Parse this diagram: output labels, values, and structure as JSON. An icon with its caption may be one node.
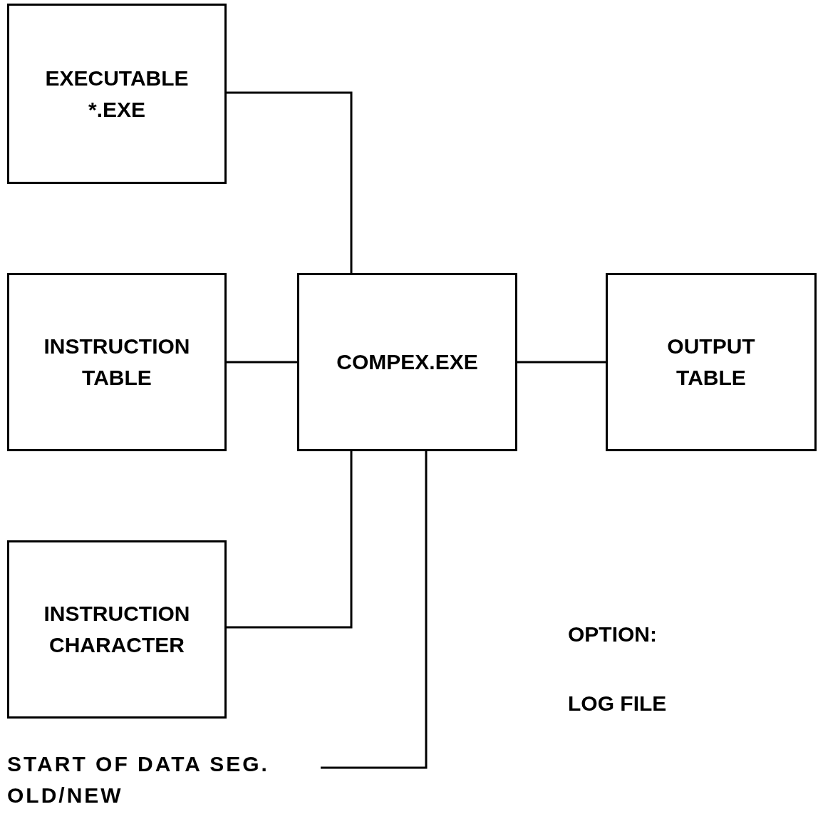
{
  "diagram": {
    "nodes": [
      {
        "text": [
          "EXECUTABLE",
          "*.EXE"
        ]
      },
      {
        "text": [
          "INSTRUCTION",
          "TABLE"
        ]
      },
      {
        "text": [
          "COMPEX.EXE"
        ]
      },
      {
        "text": [
          "OUTPUT",
          "TABLE"
        ]
      },
      {
        "text": [
          "INSTRUCTION",
          "CHARACTER"
        ]
      },
      {
        "text": [
          "START OF DATA SEG.",
          "OLD/NEW"
        ]
      }
    ],
    "edges": [
      {
        "from": 0,
        "to": 2,
        "arrow": "none"
      },
      {
        "from": 1,
        "to": 2,
        "arrow": "none"
      },
      {
        "from": 2,
        "to": 3,
        "arrow": "none"
      },
      {
        "from": 4,
        "to": 2,
        "arrow": "none"
      },
      {
        "from": 5,
        "to": 2,
        "arrow": "none"
      }
    ],
    "labels": [
      "OPTION:",
      "LOG FILE"
    ]
  }
}
